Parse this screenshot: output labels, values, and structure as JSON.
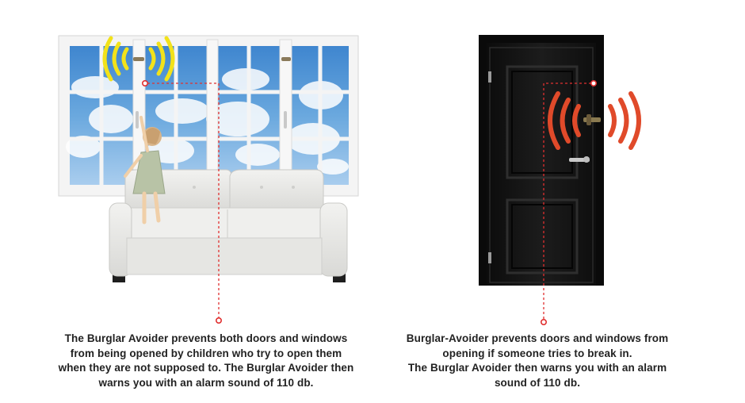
{
  "captions": {
    "left": [
      "The Burglar Avoider prevents both doors and windows",
      "from being opened by children who try to open them",
      "when they are not supposed to. The Burglar Avoider then",
      "warns you with an alarm sound of 110 db."
    ],
    "right": [
      "Burglar-Avoider prevents doors and windows from",
      "opening if someone tries to break in.",
      "The Burglar Avoider then warns you with an alarm",
      "sound of 110 db."
    ]
  },
  "colors": {
    "leader_line": "#e03030",
    "window_alarm_waves": "#f2e21a",
    "door_alarm_waves": "#e04a2a",
    "door": "#141414",
    "sky": "#5a9bd8"
  },
  "icons": {
    "window_alarm": "sound-wave-icon",
    "door_alarm": "sound-wave-icon"
  }
}
